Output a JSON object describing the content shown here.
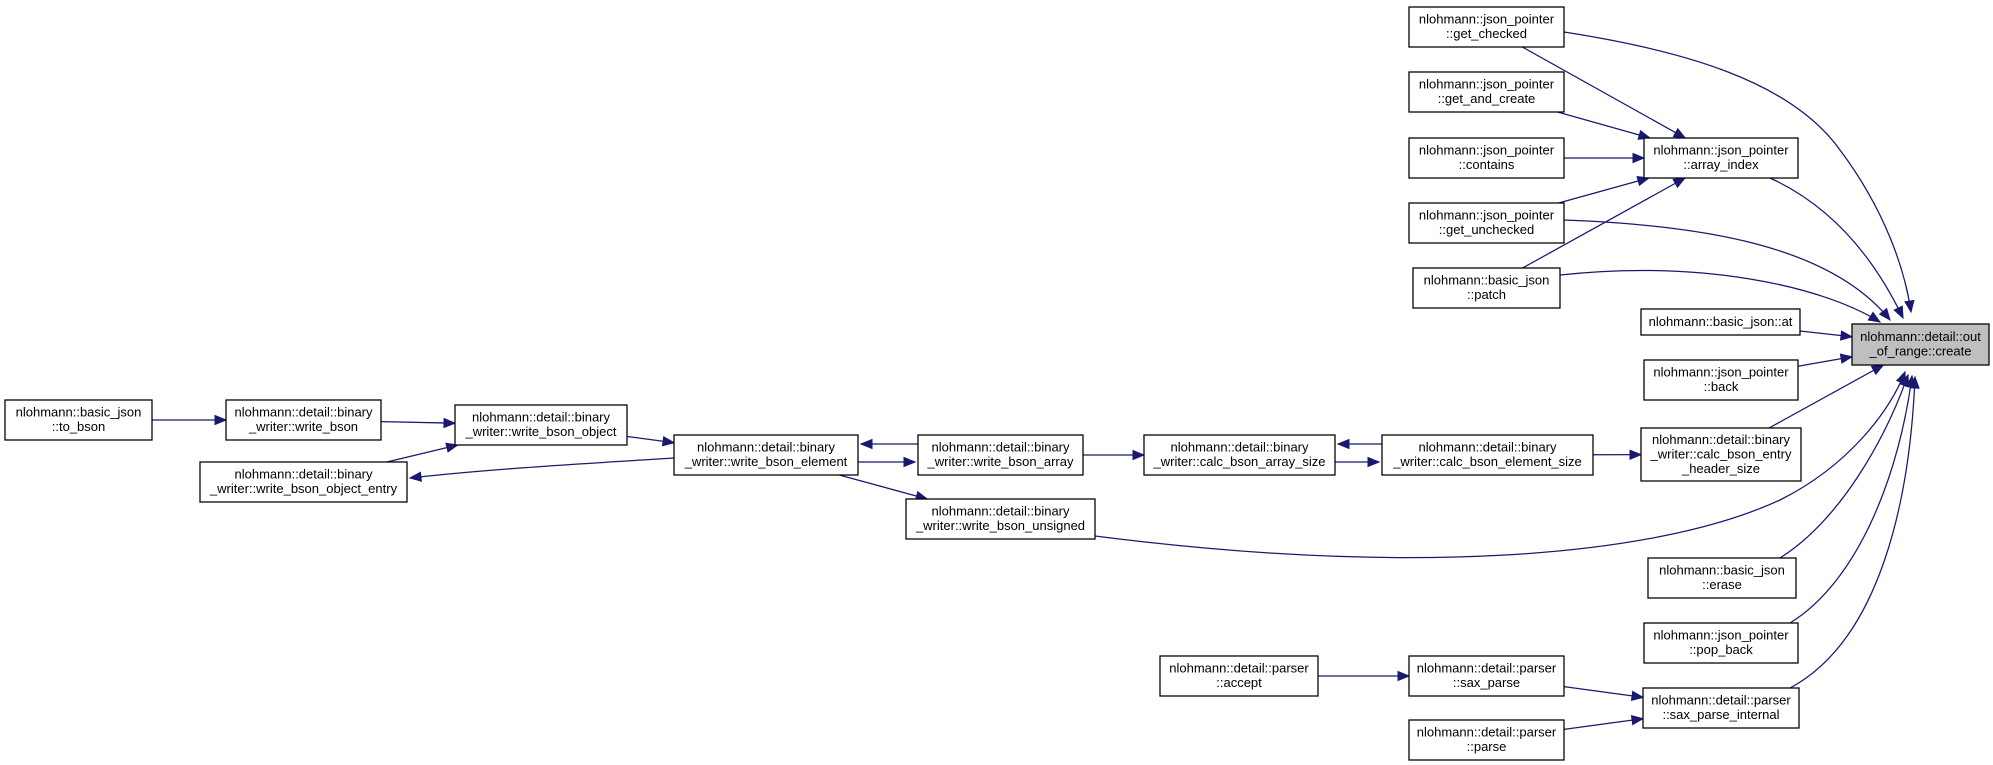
{
  "graph": {
    "nodes": [
      {
        "id": "root",
        "lines": [
          "nlohmann::detail::out",
          "_of_range::create"
        ],
        "root": true
      },
      {
        "id": "jp_get_checked",
        "lines": [
          "nlohmann::json_pointer",
          "::get_checked"
        ]
      },
      {
        "id": "jp_get_and_create",
        "lines": [
          "nlohmann::json_pointer",
          "::get_and_create"
        ]
      },
      {
        "id": "jp_contains",
        "lines": [
          "nlohmann::json_pointer",
          "::contains"
        ]
      },
      {
        "id": "jp_get_unchecked",
        "lines": [
          "nlohmann::json_pointer",
          "::get_unchecked"
        ]
      },
      {
        "id": "bj_patch",
        "lines": [
          "nlohmann::basic_json",
          "::patch"
        ]
      },
      {
        "id": "jp_array_index",
        "lines": [
          "nlohmann::json_pointer",
          "::array_index"
        ]
      },
      {
        "id": "bj_at",
        "lines": [
          "nlohmann::basic_json::at"
        ]
      },
      {
        "id": "jp_back",
        "lines": [
          "nlohmann::json_pointer",
          "::back"
        ]
      },
      {
        "id": "bw_calc_entry_header",
        "lines": [
          "nlohmann::detail::binary",
          "_writer::calc_bson_entry",
          "_header_size"
        ]
      },
      {
        "id": "bw_calc_element_size",
        "lines": [
          "nlohmann::detail::binary",
          "_writer::calc_bson_element_size"
        ]
      },
      {
        "id": "bw_calc_array_size",
        "lines": [
          "nlohmann::detail::binary",
          "_writer::calc_bson_array_size"
        ]
      },
      {
        "id": "bw_write_array",
        "lines": [
          "nlohmann::detail::binary",
          "_writer::write_bson_array"
        ]
      },
      {
        "id": "bw_write_element",
        "lines": [
          "nlohmann::detail::binary",
          "_writer::write_bson_element"
        ]
      },
      {
        "id": "bw_write_unsigned",
        "lines": [
          "nlohmann::detail::binary",
          "_writer::write_bson_unsigned"
        ]
      },
      {
        "id": "bw_write_object",
        "lines": [
          "nlohmann::detail::binary",
          "_writer::write_bson_object"
        ]
      },
      {
        "id": "bw_write_object_entry",
        "lines": [
          "nlohmann::detail::binary",
          "_writer::write_bson_object_entry"
        ]
      },
      {
        "id": "bw_write_bson",
        "lines": [
          "nlohmann::detail::binary",
          "_writer::write_bson"
        ]
      },
      {
        "id": "bj_to_bson",
        "lines": [
          "nlohmann::basic_json",
          "::to_bson"
        ]
      },
      {
        "id": "bj_erase",
        "lines": [
          "nlohmann::basic_json",
          "::erase"
        ]
      },
      {
        "id": "jp_pop_back",
        "lines": [
          "nlohmann::json_pointer",
          "::pop_back"
        ]
      },
      {
        "id": "p_sax_parse_internal",
        "lines": [
          "nlohmann::detail::parser",
          "::sax_parse_internal"
        ]
      },
      {
        "id": "p_sax_parse",
        "lines": [
          "nlohmann::detail::parser",
          "::sax_parse"
        ]
      },
      {
        "id": "p_accept",
        "lines": [
          "nlohmann::detail::parser",
          "::accept"
        ]
      },
      {
        "id": "p_parse",
        "lines": [
          "nlohmann::detail::parser",
          "::parse"
        ]
      }
    ],
    "edges": [
      {
        "from": "jp_get_checked",
        "to": "root"
      },
      {
        "from": "jp_get_checked",
        "to": "jp_array_index"
      },
      {
        "from": "jp_get_and_create",
        "to": "jp_array_index"
      },
      {
        "from": "jp_contains",
        "to": "jp_array_index"
      },
      {
        "from": "jp_get_unchecked",
        "to": "jp_array_index"
      },
      {
        "from": "jp_get_unchecked",
        "to": "root"
      },
      {
        "from": "bj_patch",
        "to": "jp_array_index"
      },
      {
        "from": "bj_patch",
        "to": "root"
      },
      {
        "from": "jp_array_index",
        "to": "root"
      },
      {
        "from": "bj_at",
        "to": "root"
      },
      {
        "from": "jp_back",
        "to": "root"
      },
      {
        "from": "bw_calc_entry_header",
        "to": "root"
      },
      {
        "from": "bw_calc_element_size",
        "to": "bw_calc_entry_header"
      },
      {
        "from": "bw_calc_array_size",
        "to": "bw_calc_element_size"
      },
      {
        "from": "bw_calc_element_size",
        "to": "bw_calc_array_size"
      },
      {
        "from": "bw_write_array",
        "to": "bw_calc_array_size"
      },
      {
        "from": "bw_write_element",
        "to": "bw_write_array"
      },
      {
        "from": "bw_write_array",
        "to": "bw_write_element"
      },
      {
        "from": "bw_write_element",
        "to": "bw_write_unsigned"
      },
      {
        "from": "bw_write_unsigned",
        "to": "root"
      },
      {
        "from": "bw_write_object",
        "to": "bw_write_element"
      },
      {
        "from": "bw_write_bson",
        "to": "bw_write_object"
      },
      {
        "from": "bw_write_object_entry",
        "to": "bw_write_object"
      },
      {
        "from": "bw_write_element",
        "to": "bw_write_object_entry"
      },
      {
        "from": "bj_to_bson",
        "to": "bw_write_bson"
      },
      {
        "from": "bj_erase",
        "to": "root"
      },
      {
        "from": "jp_pop_back",
        "to": "root"
      },
      {
        "from": "p_sax_parse_internal",
        "to": "root"
      },
      {
        "from": "p_sax_parse",
        "to": "p_sax_parse_internal"
      },
      {
        "from": "p_accept",
        "to": "p_sax_parse"
      },
      {
        "from": "p_parse",
        "to": "p_sax_parse_internal"
      }
    ]
  }
}
